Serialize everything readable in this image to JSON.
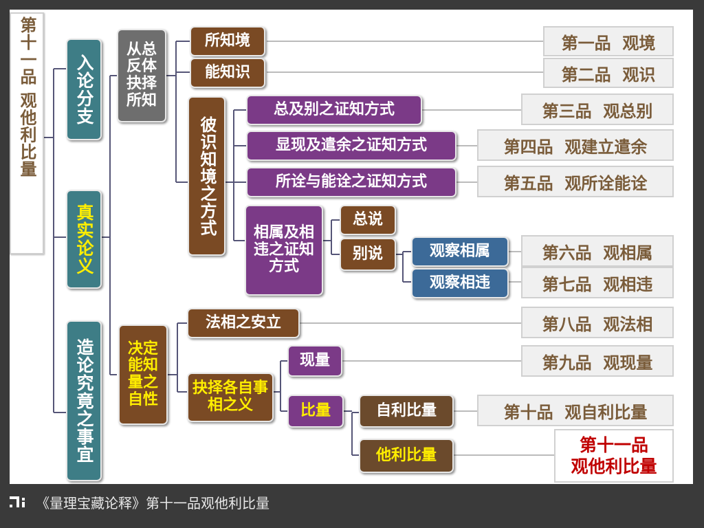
{
  "side_title": "第十一品 观他利比量",
  "level1": [
    "入论分支",
    "真实论义",
    "造论究竟之事宜"
  ],
  "level2": [
    "从总反体抉择所知",
    "决定能知量之自性"
  ],
  "level3": {
    "known_object": "所知境",
    "knowing_consciousness": "能知识",
    "ways": "彼识知境之方式",
    "characteristics": "法相之安立",
    "ascertain": "抉择各自事相之义"
  },
  "level4": {
    "general_specific": "总及别之证知方式",
    "appearance": "显现及遣余之证知方式",
    "expression": "所诠与能诠之证知方式",
    "relation": "相属及相违之证知方式",
    "direct": "现量",
    "inference": "比量"
  },
  "level5": {
    "general": "总说",
    "specific": "别说",
    "self_inference": "自利比量",
    "other_inference": "他利比量"
  },
  "level6": {
    "observe_relation": "观察相属",
    "observe_contradiction": "观察相违"
  },
  "chapters": [
    "第一品  观境",
    "第二品  观识",
    "第三品  观总别",
    "第四品  观建立遣余",
    "第五品  观所诠能诠",
    "第六品  观相属",
    "第七品  观相违",
    "第八品  观法相",
    "第九品  观现量",
    "第十品  观自利比量"
  ],
  "chapter_current": [
    "第十一品",
    "观他利比量"
  ],
  "footer": "《量理宝藏论释》第十一品观他利比量",
  "colors": {
    "brown": "#7a4a24",
    "gray": "#6e6e6e",
    "teal": "#3e7d86",
    "purple": "#7b3a87",
    "blue": "#3c6a98",
    "yellow_text": "#ffee00",
    "chapter_text": "#7a5c3a",
    "current_chapter_text": "#c00000"
  }
}
